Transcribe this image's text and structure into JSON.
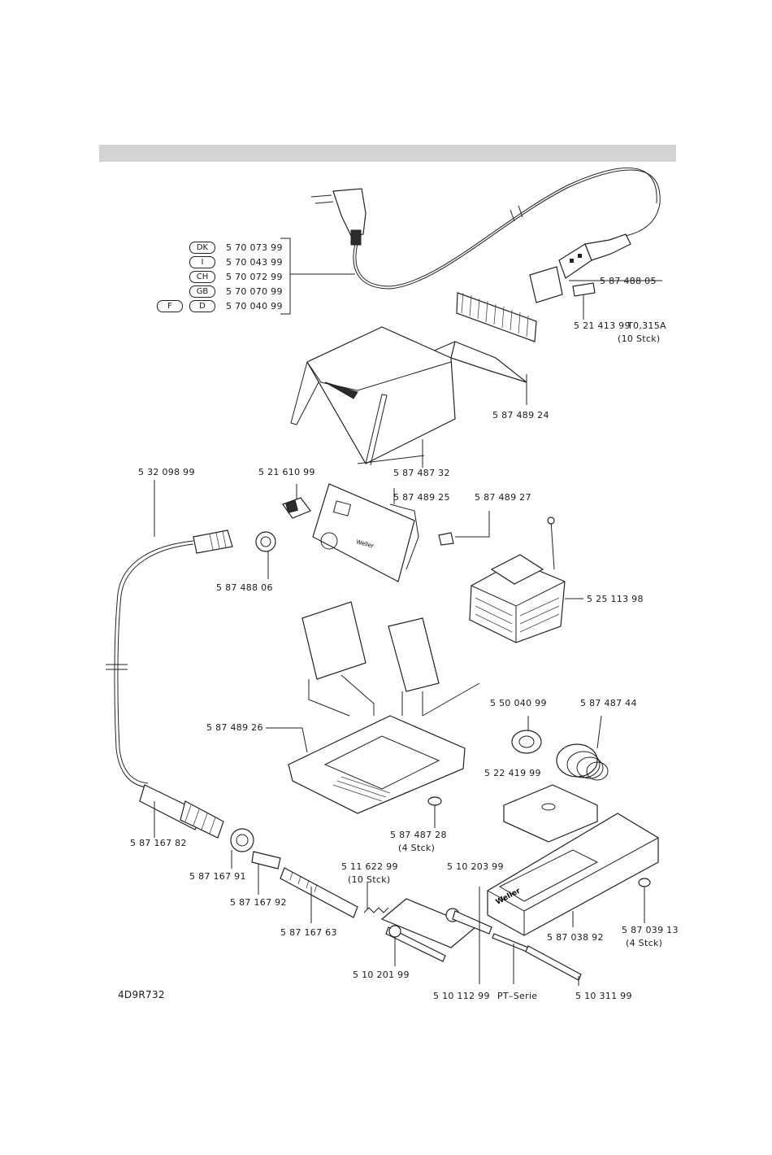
{
  "doc_code": "4D9R732",
  "country_codes": [
    "DK",
    "I",
    "CH",
    "GB",
    "F",
    "D"
  ],
  "cord_parts": [
    "5 70 073 99",
    "5 70 043 99",
    "5 70 072 99",
    "5 70 070 99",
    "5 70 040 99"
  ],
  "parts": {
    "p_587488_05": "5 87 488 05",
    "p_521413_99": "5 21 413 99",
    "fuse_rating": "T0,315A",
    "fuse_qty": "(10  Stck)",
    "p_587489_24": "5 87 489 24",
    "p_587487_32": "5 87 487 32",
    "p_532098_99": "5 32 098 99",
    "p_521610_99": "5 21 610 99",
    "p_587489_25": "5 87 489 25",
    "p_587489_27": "5 87 489 27",
    "p_587488_06": "5 87 488 06",
    "p_525113_98": "5 25 113 98",
    "p_550040_99": "5 50 040 99",
    "p_587487_44": "5 87 487 44",
    "p_587489_26": "5 87 489 26",
    "p_522419_99": "5 22 419 99",
    "p_587167_82": "5 87 167 82",
    "p_587487_28": "5 87 487 28",
    "qty_4": "(4  Stck)",
    "p_587167_91": "5 87 167 91",
    "p_511622_99": "5 11  622 99",
    "qty_10": "(10  Stck)",
    "p_510203_99": "5 10  203 99",
    "p_587167_92": "5 87 167 92",
    "p_587167_63": "5 87 167 63",
    "p_587038_92": "5 87 038 92",
    "p_587039_13": "5 87 039 13",
    "qty_4b": "(4  Stck)",
    "p_510201_99": "5 10  201 99",
    "p_510112_99": "5 10  112  99",
    "pt_series": "PT–Serie",
    "p_510311_99": "5 10  311 99"
  },
  "brand_text": "Weller"
}
